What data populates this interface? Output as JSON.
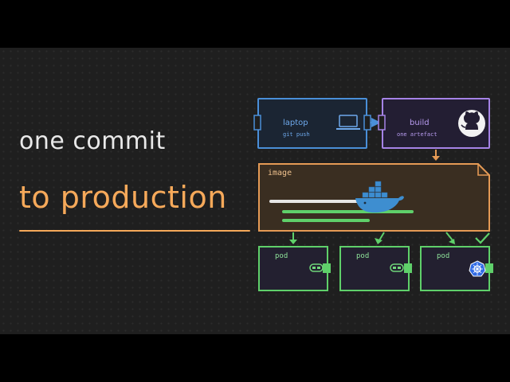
{
  "headline": {
    "line1": "one commit",
    "line2": "to production"
  },
  "pipeline": {
    "laptop": {
      "title": "laptop",
      "subtitle": "git push",
      "icon": "laptop-icon"
    },
    "build": {
      "title": "build",
      "subtitle": "one artefact",
      "icon": "github-icon"
    },
    "image": {
      "label": "image",
      "icon": "docker-whale-icon"
    },
    "pods": [
      {
        "label": "pod",
        "icon": "container-icon"
      },
      {
        "label": "pod",
        "icon": "container-icon"
      },
      {
        "label": "pod",
        "icon": "kubernetes-icon"
      }
    ]
  },
  "colors": {
    "background": "#1f1f1f",
    "headline_text": "#e9e9e9",
    "accent_orange": "#f6a95a",
    "laptop_blue": "#4a8fd8",
    "build_purple": "#a583e6",
    "image_orange": "#e59a55",
    "pod_green": "#5fd06a",
    "kubernetes_blue": "#326ce5",
    "docker_blue": "#3e8ed0"
  }
}
